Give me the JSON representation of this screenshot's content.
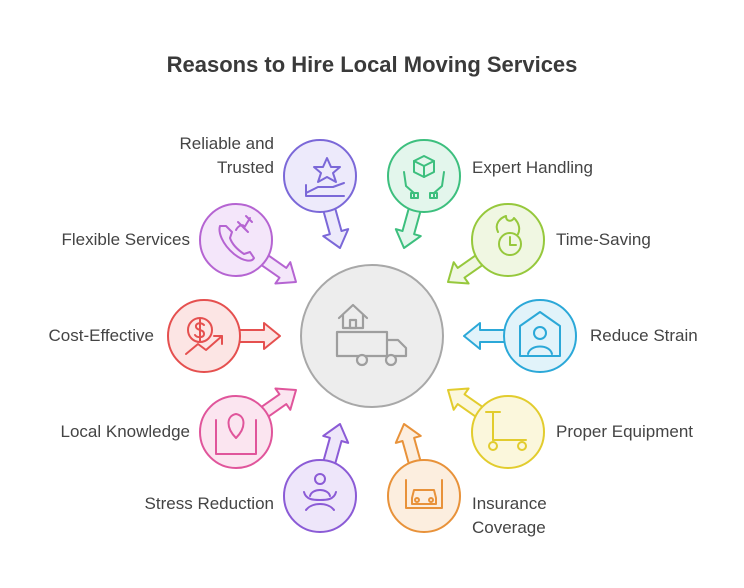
{
  "title": "Reasons to Hire Local Moving Services",
  "center": {
    "icon": "moving-truck-house-icon"
  },
  "items": [
    {
      "id": "reliable-and-trusted",
      "label": "Reliable and\nTrusted",
      "icon": "star-hand-icon",
      "color": "#7B68D8",
      "fill": "#EDEAFB"
    },
    {
      "id": "expert-handling",
      "label": "Expert Handling",
      "icon": "box-hands-icon",
      "color": "#3DBF7E",
      "fill": "#E3F6EC"
    },
    {
      "id": "time-saving",
      "label": "Time-Saving",
      "icon": "clock-fire-icon",
      "color": "#96C83C",
      "fill": "#F0F7E2"
    },
    {
      "id": "reduce-strain",
      "label": "Reduce Strain",
      "icon": "person-house-icon",
      "color": "#2BA8D8",
      "fill": "#E1F3FA"
    },
    {
      "id": "proper-equipment",
      "label": "Proper Equipment",
      "icon": "pallet-jack-icon",
      "color": "#E2CC2E",
      "fill": "#FBF7DC"
    },
    {
      "id": "insurance-coverage",
      "label": "Insurance\nCoverage",
      "icon": "car-shield-icon",
      "color": "#E8923A",
      "fill": "#FCEEDF"
    },
    {
      "id": "stress-reduction",
      "label": "Stress Reduction",
      "icon": "meditation-icon",
      "color": "#8B5BD6",
      "fill": "#EEE6FA"
    },
    {
      "id": "local-knowledge",
      "label": "Local Knowledge",
      "icon": "map-pin-icon",
      "color": "#E0559B",
      "fill": "#FBE5F0"
    },
    {
      "id": "cost-effective",
      "label": "Cost-Effective",
      "icon": "dollar-growth-icon",
      "color": "#E5504F",
      "fill": "#FCE5E4"
    },
    {
      "id": "flexible-services",
      "label": "Flexible Services",
      "icon": "phone-tools-icon",
      "color": "#B564D2",
      "fill": "#F4E6FA"
    }
  ]
}
